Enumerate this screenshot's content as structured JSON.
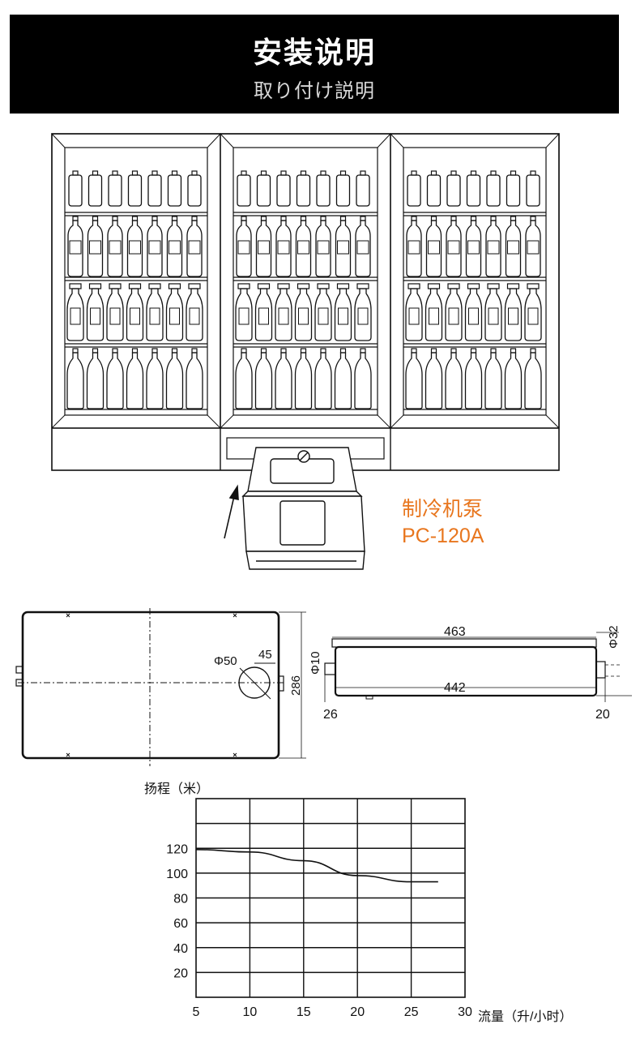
{
  "header": {
    "title": "安装说明",
    "subtitle": "取り付け説明"
  },
  "pump": {
    "name": "制冷机泵",
    "model": "PC-120A",
    "accent_color": "#e8761e"
  },
  "drawing": {
    "top_view": {
      "hole_label": "Φ50",
      "hole_offset": "45",
      "depth": "286"
    },
    "side_view": {
      "outer_length": "463",
      "inner_length": "442",
      "left_offset": "26",
      "right_offset": "20",
      "inlet_dia": "Φ10",
      "outlet_dia": "Φ32"
    }
  },
  "chart_data": {
    "type": "line",
    "ylabel": "扬程（米）",
    "xlabel": "流量（升/小时）",
    "x_ticks": [
      "5",
      "10",
      "15",
      "20",
      "25",
      "30"
    ],
    "y_ticks": [
      "20",
      "40",
      "60",
      "80",
      "100",
      "120"
    ],
    "xlim": [
      5,
      30
    ],
    "ylim": [
      0,
      160
    ],
    "grid": true,
    "series": [
      {
        "x": [
          5,
          10,
          15,
          20,
          25,
          27.5
        ],
        "y": [
          119,
          117,
          110,
          98,
          93,
          93
        ]
      }
    ]
  }
}
